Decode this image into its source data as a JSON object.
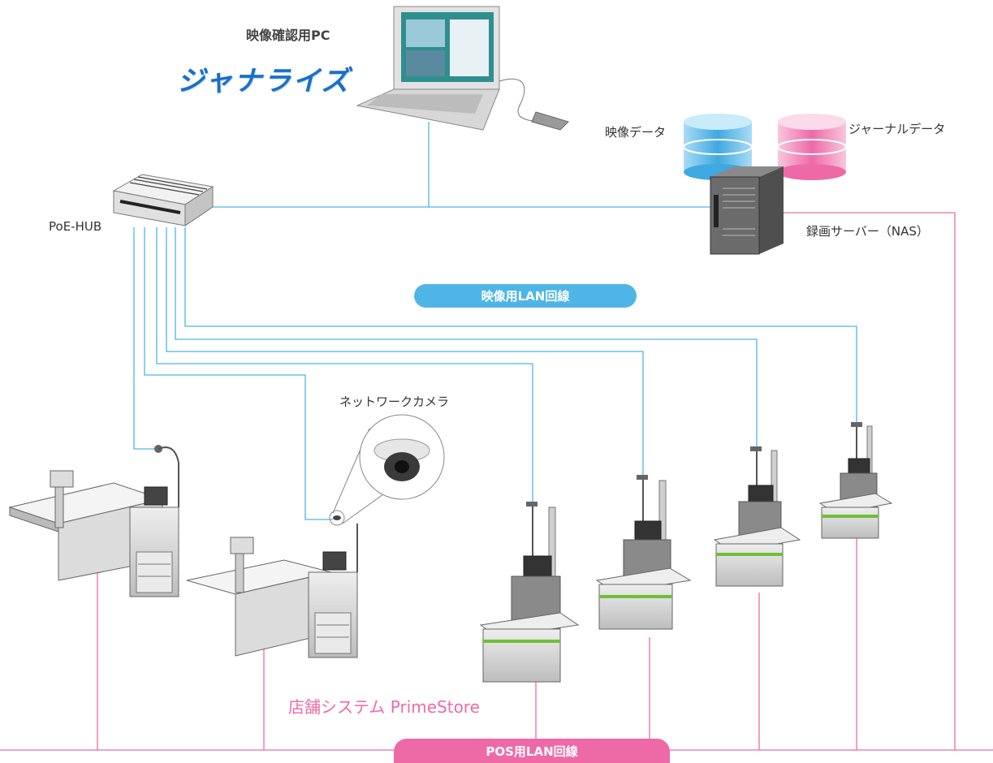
{
  "labels": {
    "pc_title": "映像確認用PC",
    "logo_text": "ジャナライズ",
    "video_data": "映像データ",
    "journal_data": "ジャーナルデータ",
    "poe_hub": "PoE-HUB",
    "nas": "録画サーバー（NAS）",
    "network_camera": "ネットワークカメラ",
    "video_lan": "映像用LAN回線",
    "store_system": "店舗システム PrimeStore",
    "pos_lan": "POS用LAN回線"
  },
  "colors": {
    "video_lan": "#4fb5e6",
    "pos_lan": "#ee6aa7",
    "device_gray": "#cfcfcf",
    "terminal_green": "#6fbf3a"
  }
}
